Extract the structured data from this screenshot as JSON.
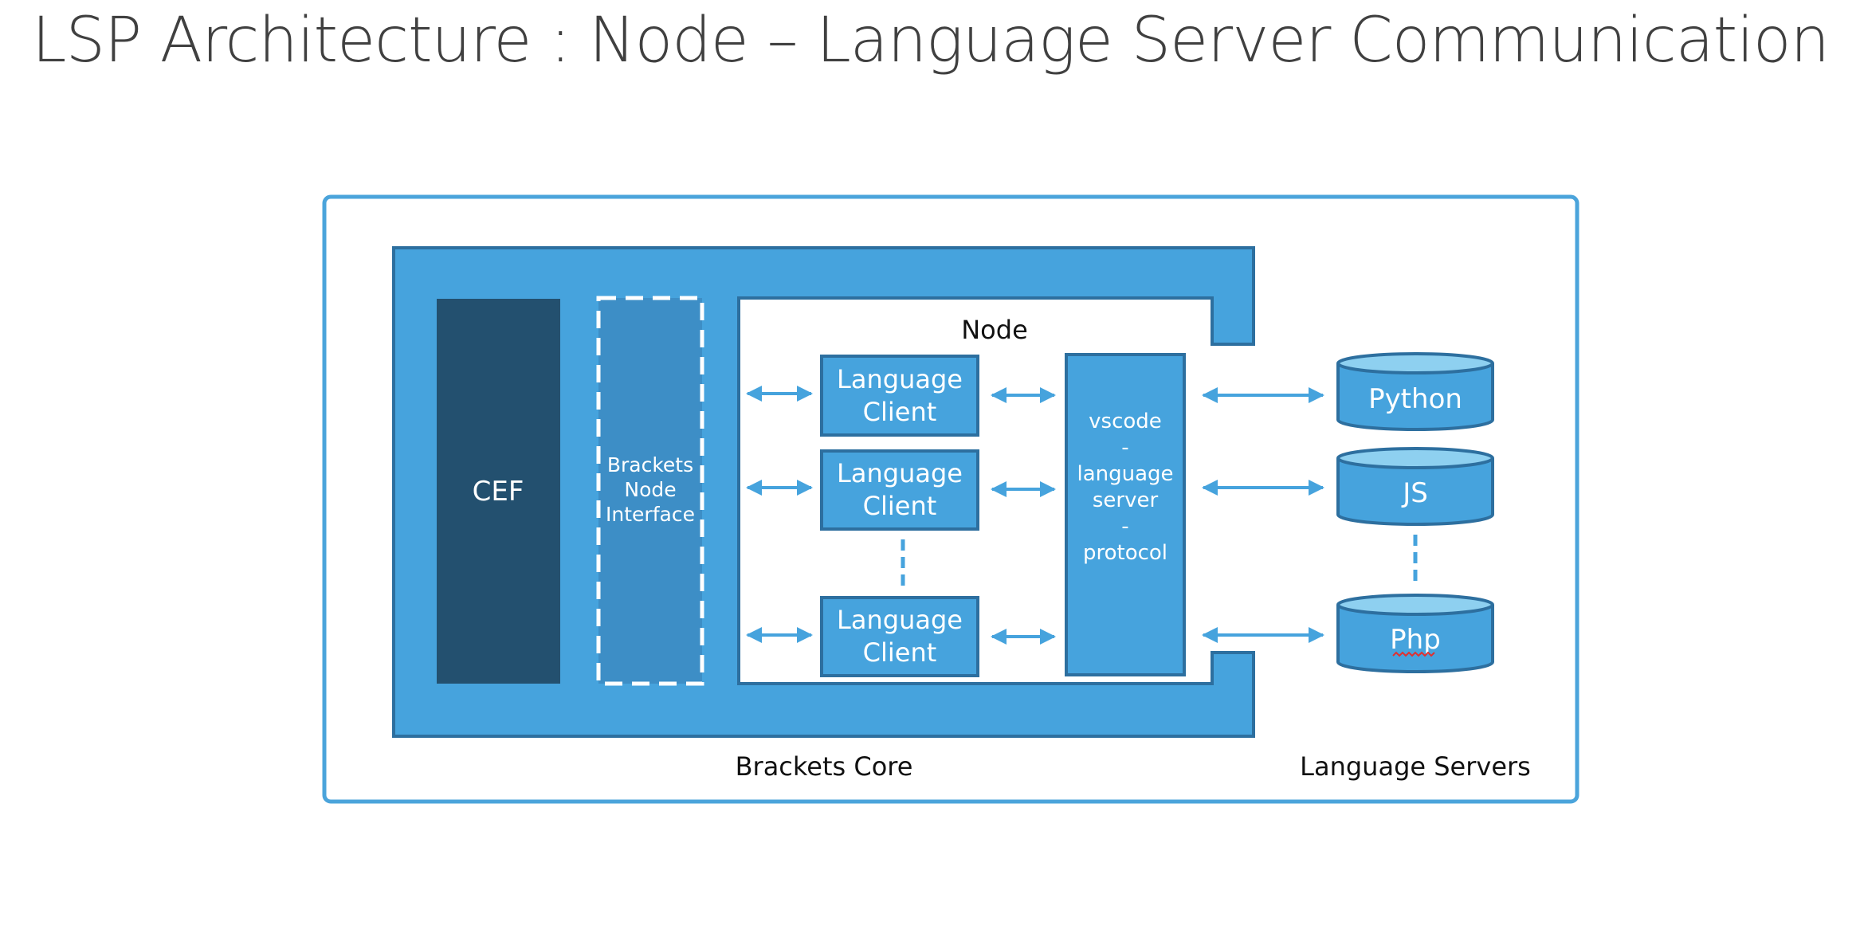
{
  "title": "LSP Architecture : Node – Language Server Communication",
  "cef": "CEF",
  "bni": [
    "Brackets",
    "Node",
    "Interface"
  ],
  "node": "Node",
  "client": [
    "Language",
    "Client"
  ],
  "protocol": [
    "vscode",
    "-",
    "language",
    "server",
    "-",
    "protocol"
  ],
  "servers": [
    "Python",
    "JS",
    "Php"
  ],
  "brackets_core": "Brackets Core",
  "language_servers": "Language Servers",
  "colors": {
    "blue": "#46a3dd",
    "dark_navy": "#23506f",
    "mid_blue": "#3d8ec6",
    "border": "#2d6f9f",
    "outer_border": "#4ba4db"
  }
}
